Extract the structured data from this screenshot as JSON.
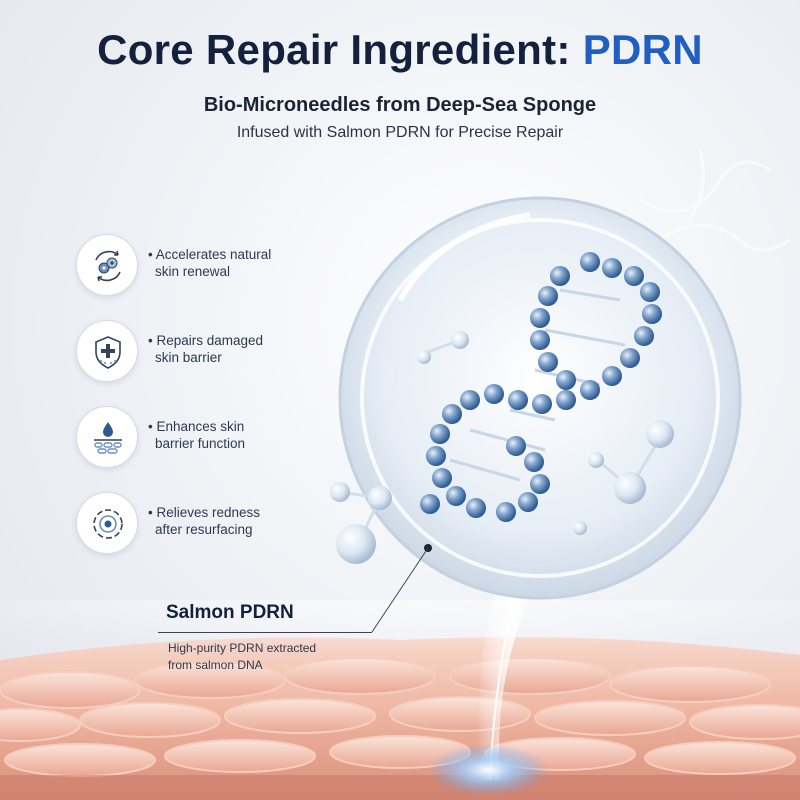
{
  "header": {
    "title_main": "Core Repair Ingredient:",
    "title_accent": "PDRN",
    "subtitle": "Bio-Microneedles from Deep-Sea Sponge",
    "tagline": "Infused with Salmon PDRN for Precise Repair"
  },
  "benefits": [
    {
      "icon": "cell-renewal-icon",
      "line1": "• Accelerates natural",
      "line2": "skin renewal"
    },
    {
      "icon": "shield-cross-icon",
      "line1": "• Repairs damaged",
      "line2": "skin barrier"
    },
    {
      "icon": "skin-layer-droplet-icon",
      "line1": "• Enhances skin",
      "line2": "barrier function"
    },
    {
      "icon": "target-calm-icon",
      "line1": "• Relieves redness",
      "line2": "after resurfacing"
    }
  ],
  "ingredient": {
    "title": "Salmon PDRN",
    "desc_line1": "High-purity PDRN extracted",
    "desc_line2": "from salmon DNA"
  },
  "colors": {
    "accent": "#1f5fc4",
    "heading": "#14213d",
    "skin": "#f0b9a6"
  }
}
